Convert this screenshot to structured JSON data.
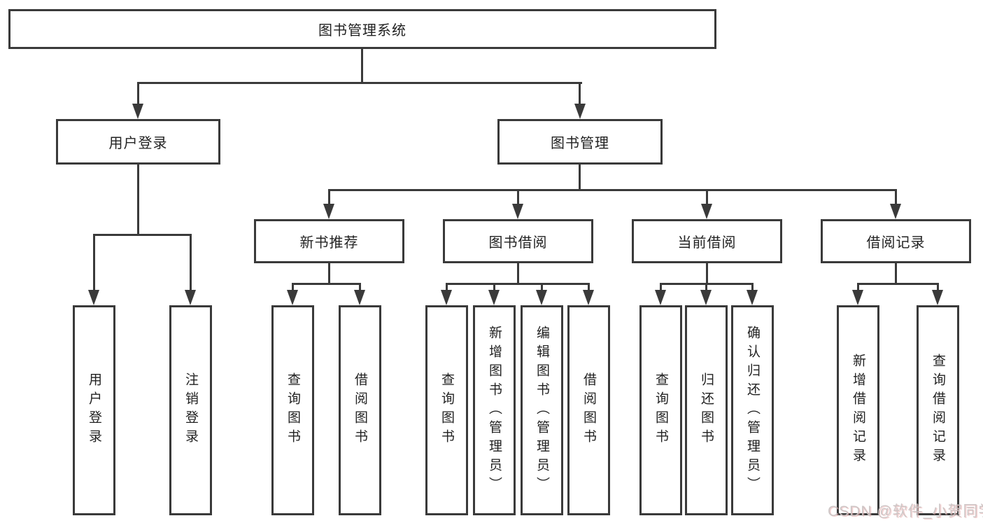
{
  "tree": {
    "label": "图书管理系统",
    "children": [
      {
        "label": "用户登录",
        "children": [
          {
            "label": "用户登录"
          },
          {
            "label": "注销登录"
          }
        ]
      },
      {
        "label": "图书管理",
        "children": [
          {
            "label": "新书推荐",
            "children": [
              {
                "label": "查询图书"
              },
              {
                "label": "借阅图书"
              }
            ]
          },
          {
            "label": "图书借阅",
            "children": [
              {
                "label": "查询图书"
              },
              {
                "label": "新增图书（管理员）"
              },
              {
                "label": "编辑图书（管理员）"
              },
              {
                "label": "借阅图书"
              }
            ]
          },
          {
            "label": "当前借阅",
            "children": [
              {
                "label": "查询图书"
              },
              {
                "label": "归还图书"
              },
              {
                "label": "确认归还（管理员）"
              }
            ]
          },
          {
            "label": "借阅记录",
            "children": [
              {
                "label": "新增借阅记录"
              },
              {
                "label": "查询借阅记录"
              }
            ]
          }
        ]
      }
    ]
  },
  "watermark": {
    "text": "CSDN @软件_小贺同学"
  },
  "colors": {
    "line": "#3a3a3a",
    "text": "#222222",
    "background": "#ffffff",
    "watermark_gray": "#cbc4c4",
    "watermark_red_tint": "#ebacac"
  }
}
